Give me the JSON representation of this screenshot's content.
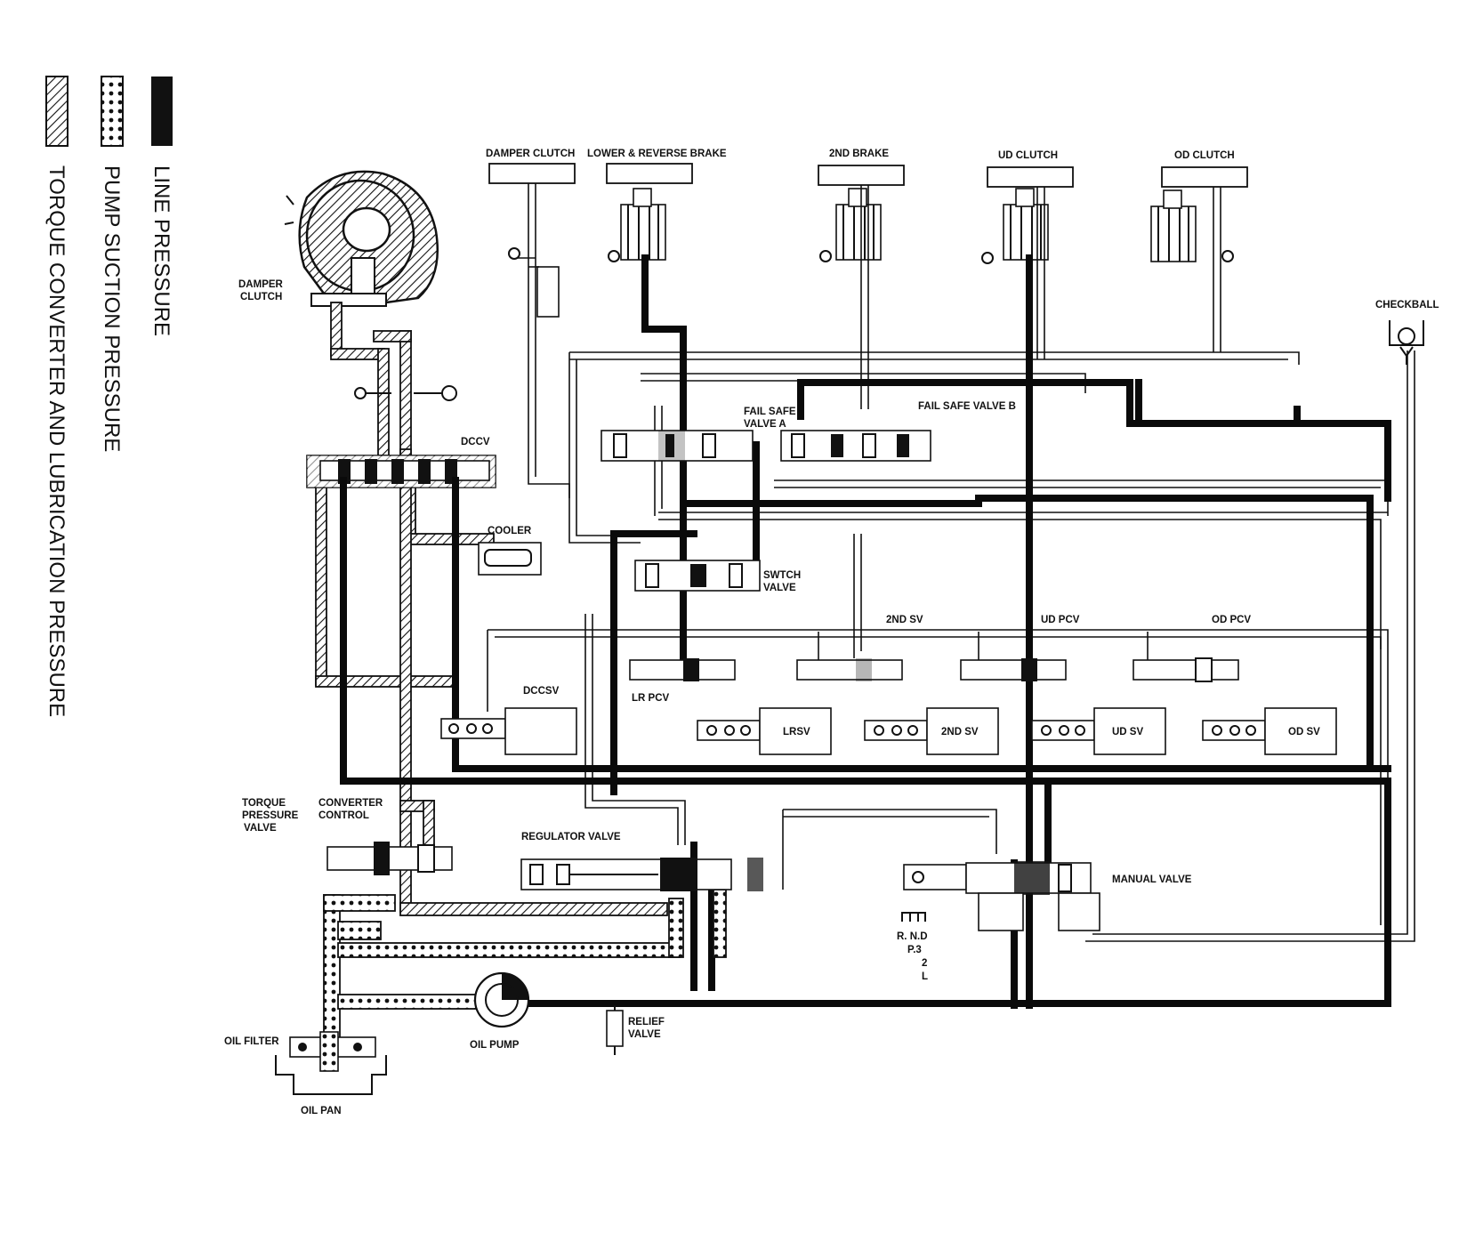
{
  "legend": [
    {
      "label": "LINE PRESSURE",
      "pattern": "solid"
    },
    {
      "label": "PUMP SUCTION PRESSURE",
      "pattern": "dotted"
    },
    {
      "label": "TORQUE CONVERTER AND LUBRICATION PRESSURE",
      "pattern": "hatched"
    }
  ],
  "top_components": {
    "damper_clutch": "DAMPER CLUTCH",
    "lower_reverse_brake": "LOWER & REVERSE BRAKE",
    "second_brake": "2ND BRAKE",
    "ud_clutch": "UD CLUTCH",
    "od_clutch": "OD CLUTCH"
  },
  "labels": {
    "converter_damper_clutch_l1": "DAMPER",
    "converter_damper_clutch_l2": "CLUTCH",
    "checkball": "CHECKBALL",
    "fail_safe_a_l1": "FAIL SAFE",
    "fail_safe_a_l2": "VALVE A",
    "fail_safe_b": "FAIL SAFE VALVE B",
    "dccv": "DCCV",
    "cooler": "COOLER",
    "switch_l1": "SWTCH",
    "switch_l2": "VALVE",
    "second_sv_top": "2ND SV",
    "ud_pcv": "UD PCV",
    "od_pcv": "OD PCV",
    "dccsv": "DCCSV",
    "lr_pcv": "LR PCV",
    "lrsv": "LRSV",
    "second_sv": "2ND SV",
    "ud_sv": "UD SV",
    "od_sv": "OD SV",
    "torque_pressure_l1": "TORQUE",
    "torque_pressure_l2": "PRESSURE",
    "torque_pressure_l3": "VALVE",
    "converter_control_l1": "CONVERTER",
    "converter_control_l2": "CONTROL",
    "regulator_valve": "REGULATOR VALVE",
    "manual_valve": "MANUAL VALVE",
    "positions_l1": "R. N.D",
    "positions_l2": "P.3",
    "positions_l3": "2",
    "positions_l4": "L",
    "oil_filter": "OIL FILTER",
    "oil_pump": "OIL PUMP",
    "relief_l1": "RELIEF",
    "relief_l2": "VALVE",
    "oil_pan": "OIL PAN"
  },
  "colors": {
    "ink": "#111111",
    "background": "#ffffff"
  }
}
